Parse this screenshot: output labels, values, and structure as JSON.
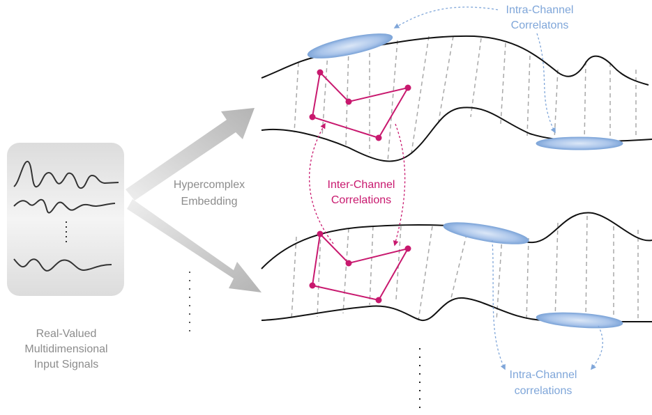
{
  "labels": {
    "input_line1": "Real-Valued",
    "input_line2": "Multidimensional",
    "input_line3": "Input Signals",
    "embedding_line1": "Hypercomplex",
    "embedding_line2": "Embedding",
    "inter_line1": "Inter-Channel",
    "inter_line2": "Correlations",
    "intra_top_line1": "Intra-Channel",
    "intra_top_line2": "Correlatons",
    "intra_bottom_line1": "Intra-Channel",
    "intra_bottom_line2": "correlations"
  },
  "colors": {
    "text_grey": "#8c8c8c",
    "intra_blue": "#7fa6d9",
    "inter_magenta": "#c8186e",
    "signal_box": "#e2e2e2",
    "dashed_grey": "#a8a8a8"
  }
}
